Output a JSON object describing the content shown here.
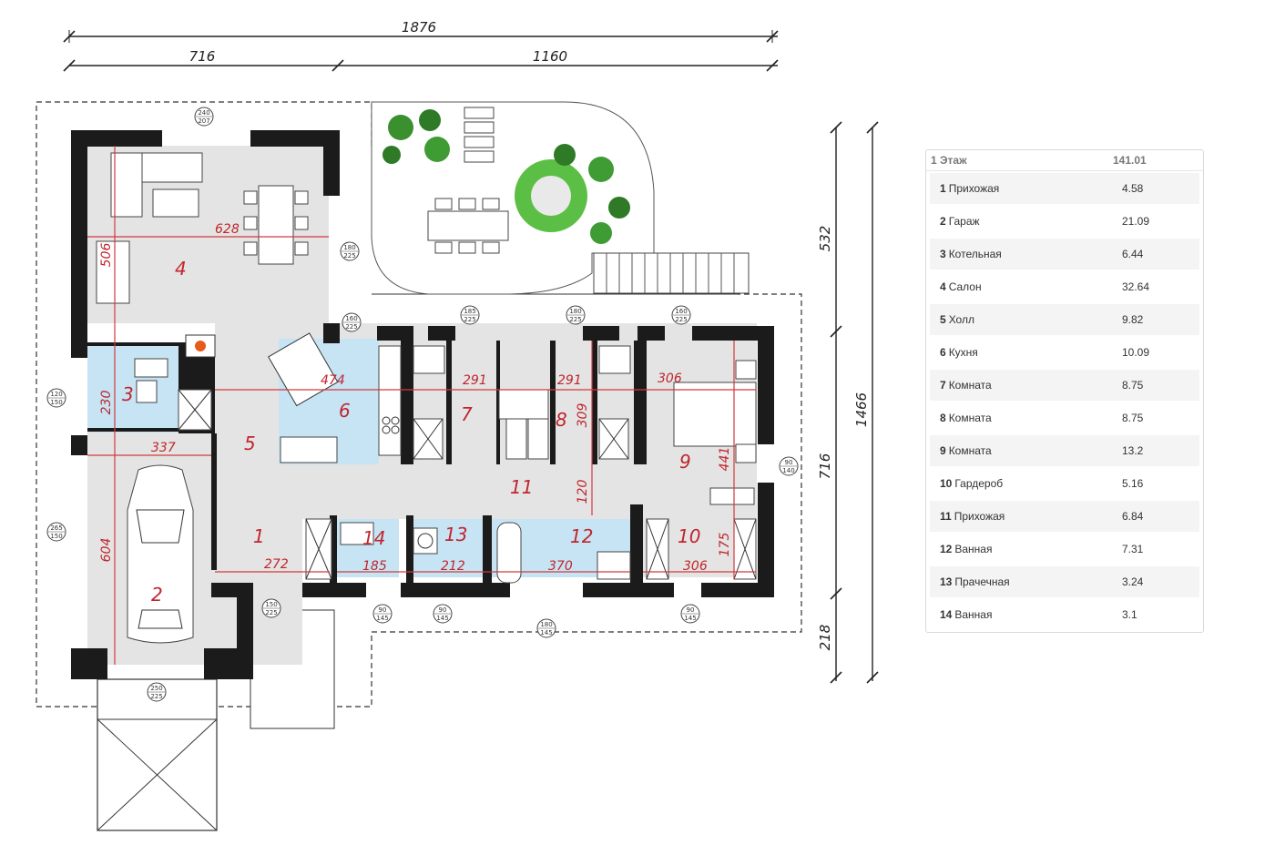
{
  "dimensions": {
    "top_total": "1876",
    "top_left": "716",
    "top_right": "1160",
    "right_top": "532",
    "right_mid": "716",
    "right_bottom": "218",
    "right_total": "1466",
    "interior": [
      "628",
      "506",
      "230",
      "337",
      "604",
      "272",
      "474",
      "291",
      "291",
      "306",
      "309",
      "120",
      "441",
      "175",
      "306",
      "185",
      "212",
      "370"
    ]
  },
  "windows": [
    {
      "a": "240",
      "b": "207"
    },
    {
      "a": "180",
      "b": "225"
    },
    {
      "a": "160",
      "b": "225"
    },
    {
      "a": "185",
      "b": "225"
    },
    {
      "a": "180",
      "b": "225"
    },
    {
      "a": "160",
      "b": "225"
    },
    {
      "a": "120",
      "b": "150"
    },
    {
      "a": "265",
      "b": "150"
    },
    {
      "a": "150",
      "b": "225"
    },
    {
      "a": "90",
      "b": "145"
    },
    {
      "a": "90",
      "b": "145"
    },
    {
      "a": "180",
      "b": "145"
    },
    {
      "a": "90",
      "b": "145"
    },
    {
      "a": "90",
      "b": "140"
    },
    {
      "a": "250",
      "b": "225"
    }
  ],
  "rooms_labels": [
    "1",
    "2",
    "3",
    "4",
    "5",
    "6",
    "7",
    "8",
    "9",
    "10",
    "11",
    "12",
    "13",
    "14"
  ],
  "table": {
    "header": {
      "name": "1 Этаж",
      "area": "141.01"
    },
    "rows": [
      {
        "num": "1",
        "name": "Прихожая",
        "area": "4.58"
      },
      {
        "num": "2",
        "name": "Гараж",
        "area": "21.09"
      },
      {
        "num": "3",
        "name": "Котельная",
        "area": "6.44"
      },
      {
        "num": "4",
        "name": "Салон",
        "area": "32.64"
      },
      {
        "num": "5",
        "name": "Холл",
        "area": "9.82"
      },
      {
        "num": "6",
        "name": "Кухня",
        "area": "10.09"
      },
      {
        "num": "7",
        "name": "Комната",
        "area": "8.75"
      },
      {
        "num": "8",
        "name": "Комната",
        "area": "8.75"
      },
      {
        "num": "9",
        "name": "Комната",
        "area": "13.2"
      },
      {
        "num": "10",
        "name": "Гардероб",
        "area": "5.16"
      },
      {
        "num": "11",
        "name": "Прихожая",
        "area": "6.84"
      },
      {
        "num": "12",
        "name": "Ванная",
        "area": "7.31"
      },
      {
        "num": "13",
        "name": "Прачечная",
        "area": "3.24"
      },
      {
        "num": "14",
        "name": "Ванная",
        "area": "3.1"
      }
    ]
  },
  "colors": {
    "wall": "#1b1b1b",
    "wet_room": "#c6e4f4",
    "floor": "#e4e4e4",
    "dim_red": "#c0262d",
    "plant": "#4caf3c"
  }
}
